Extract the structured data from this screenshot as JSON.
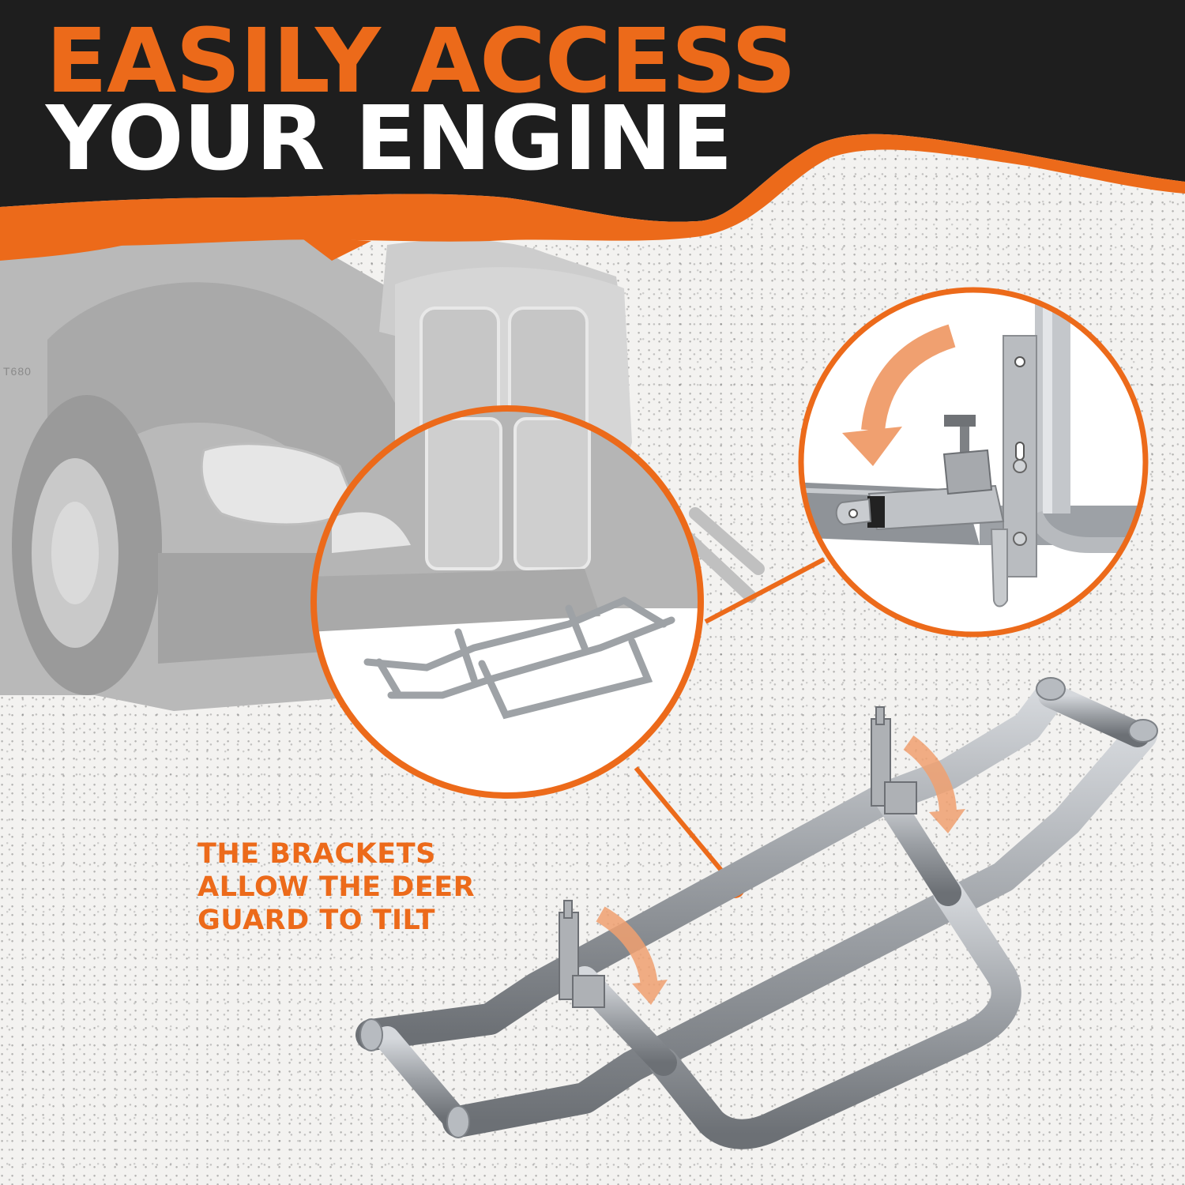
{
  "header": {
    "line1": "EASILY ACCESS",
    "line2": "YOUR ENGINE"
  },
  "callout": {
    "lines": [
      "THE BRACKETS",
      "ALLOW THE DEER",
      "GUARD TO TILT"
    ]
  },
  "truck": {
    "model_badge": "T680"
  },
  "colors": {
    "accent": "#ec6a1a",
    "arrow": "#f0a070",
    "header_bg": "#1e1e1e",
    "headline_white": "#ffffff",
    "paper": "#f3f2f0",
    "steel": "#a9acb0"
  },
  "icons": {
    "detail_arrow_right_circle": "curved-arrow-down-left-icon",
    "tilt_arrow_left_bracket": "curved-arrow-down-icon",
    "tilt_arrow_right_bracket": "curved-arrow-down-icon"
  }
}
